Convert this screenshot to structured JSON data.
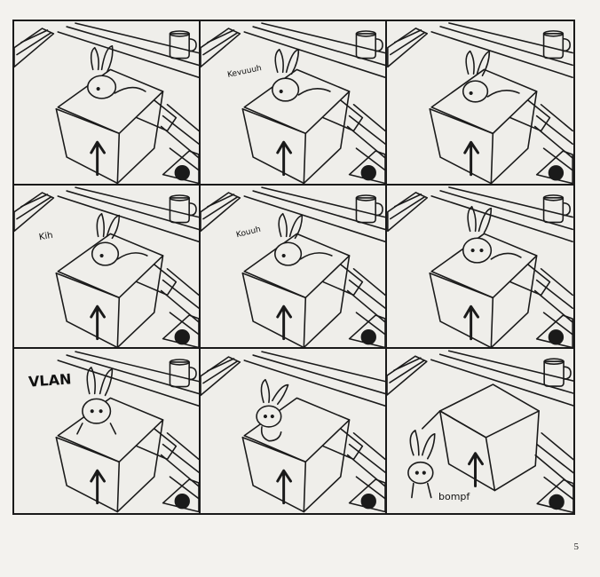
{
  "panels": [
    {
      "id": 1,
      "sfx": ""
    },
    {
      "id": 2,
      "sfx": "Kevuuuh"
    },
    {
      "id": 3,
      "sfx": ""
    },
    {
      "id": 4,
      "sfx": "Kih"
    },
    {
      "id": 5,
      "sfx": "Kouuh"
    },
    {
      "id": 6,
      "sfx": ""
    },
    {
      "id": 7,
      "sfx": "VLAN"
    },
    {
      "id": 8,
      "sfx": ""
    },
    {
      "id": 9,
      "sfx": "bompf"
    }
  ],
  "page_number": "5",
  "icons": [
    "mug-icon",
    "box-arrow-icon",
    "bunny-icon",
    "reel-icon"
  ],
  "colors": {
    "ink": "#1a1a1a",
    "paper": "#f3f2ee"
  }
}
